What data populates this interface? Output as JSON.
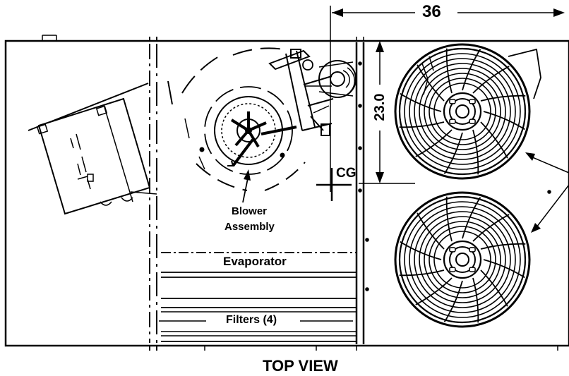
{
  "labels": {
    "dimension_width": "36",
    "dimension_depth": "23.0",
    "center_of_gravity": "CG",
    "blower_line1": "Blower",
    "blower_line2": "Assembly",
    "evaporator": "Evaporator",
    "filters": "Filters (4)",
    "view_title": "TOP VIEW"
  },
  "colors": {
    "ink": "#000000",
    "paper": "#ffffff"
  }
}
